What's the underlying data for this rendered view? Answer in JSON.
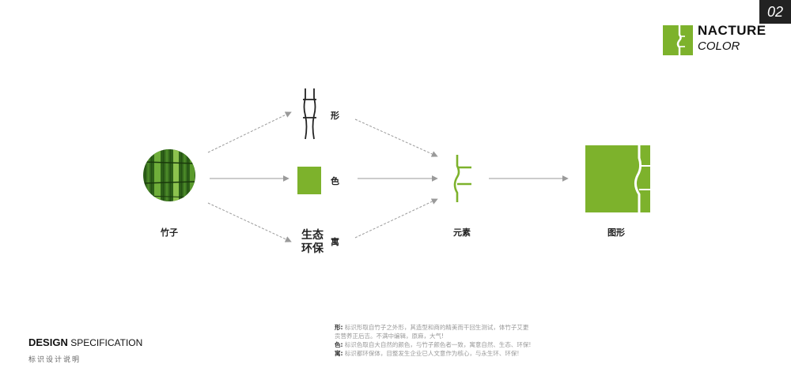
{
  "page_number": "02",
  "brand": {
    "line1": "NACTURE",
    "line2": "COLOR"
  },
  "colors": {
    "accent": "#7db22c",
    "arrow": "#9a9a9a",
    "dark": "#222222"
  },
  "diagram": {
    "source_label": "竹子",
    "attributes": [
      {
        "char": "形"
      },
      {
        "char": "色"
      },
      {
        "char": "寓",
        "text_line1": "生态",
        "text_line2": "环保"
      }
    ],
    "element_label": "元素",
    "graphic_label": "图形"
  },
  "footer": {
    "title_bold": "DESIGN",
    "title_rest": "SPECIFICATION",
    "subtitle": "标识设计说明"
  },
  "notes": [
    {
      "key": "形:",
      "text": "标识形取自竹子之外形，其造型和商的精美而干回生测试，体竹子艾更贡营养正后吉。不满中编辑，原麻，大气!"
    },
    {
      "key": "色:",
      "text": "标识色取自大自然的颜色，与竹子颜色者一致，寓意自然、生态、环保!"
    },
    {
      "key": "寓:",
      "text": "标识都环保体，目整发生企业已人文意作为核心，与永生环、环保!"
    }
  ]
}
